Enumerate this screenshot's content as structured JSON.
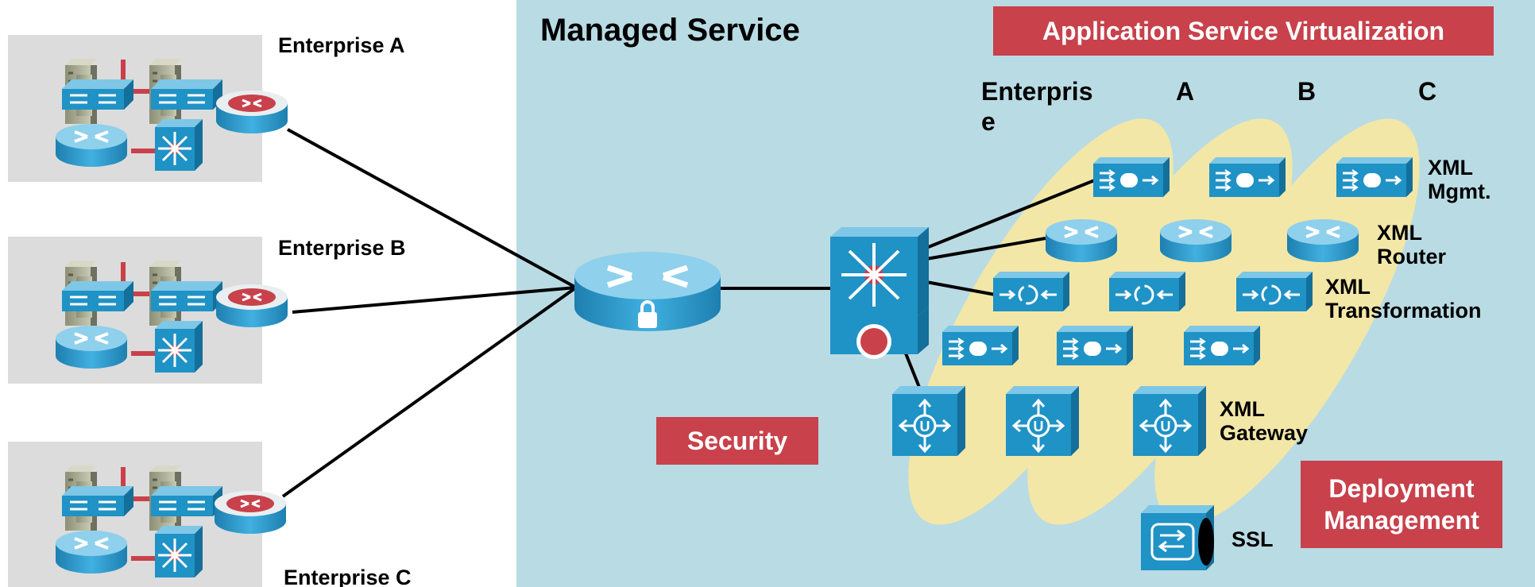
{
  "diagram": {
    "managed_title": "Managed Service",
    "asv_badge": "Application Service Virtualization",
    "security_badge": "Security",
    "deployment_badge": "Deployment Management",
    "enterprise_a": "Enterprise A",
    "enterprise_b": "Enterprise B",
    "enterprise_c": "Enterprise C",
    "column_header": "Enterpris e",
    "col_a": "A",
    "col_b": "B",
    "col_c": "C",
    "xml_mgmt": "XML Mgmt.",
    "xml_router": "XML Router",
    "xml_transformation": "XML Transformation",
    "xml_gateway": "XML Gateway",
    "ssl": "SSL"
  },
  "colors": {
    "service_bg": "#b9dbe4",
    "badge": "#c8414b",
    "ellipse": "#f3e7a7",
    "device_blue": "#1f92c6",
    "router_red": "#c8414b",
    "site_bg": "#dcdcdc"
  },
  "icons": [
    "building-icon",
    "switch-icon",
    "router-icon",
    "multilayer-switch-icon",
    "vpn-router-icon",
    "firewall-router-icon",
    "xml-device-icon",
    "content-switch-icon",
    "ssl-module-icon"
  ]
}
